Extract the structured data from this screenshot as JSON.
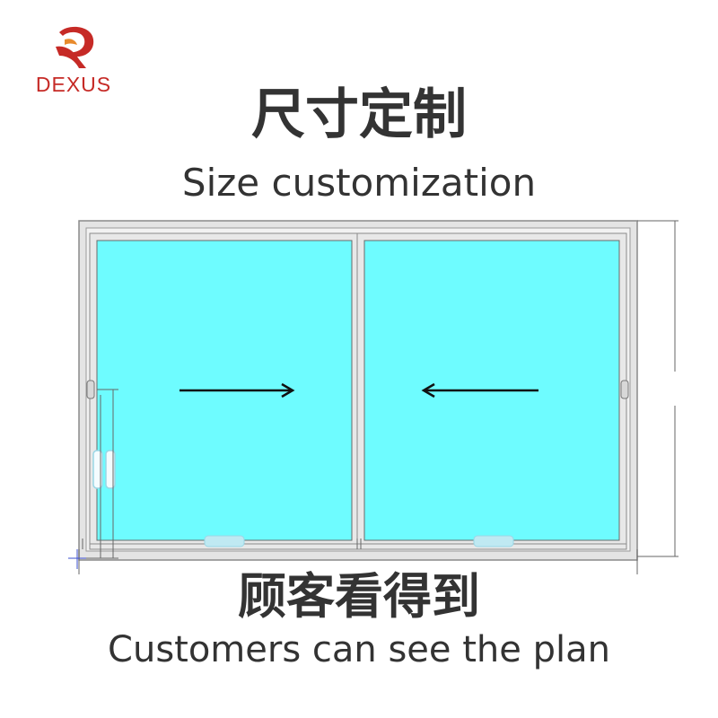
{
  "brand": {
    "logo_text": "DEXUS",
    "logo_color": "#c62a26",
    "logo_accent": "#e88a2c"
  },
  "heading": {
    "title_cn": "尺寸定制",
    "title_en": "Size customization"
  },
  "footer": {
    "caption_cn": "顾客看得到",
    "caption_en": "Customers can see the plan"
  },
  "diagram": {
    "glass_color": "#6efcff",
    "frame_color": "#e4e4e4",
    "left_panel_arrow": "right-arrow-icon",
    "right_panel_arrow": "left-arrow-icon"
  }
}
